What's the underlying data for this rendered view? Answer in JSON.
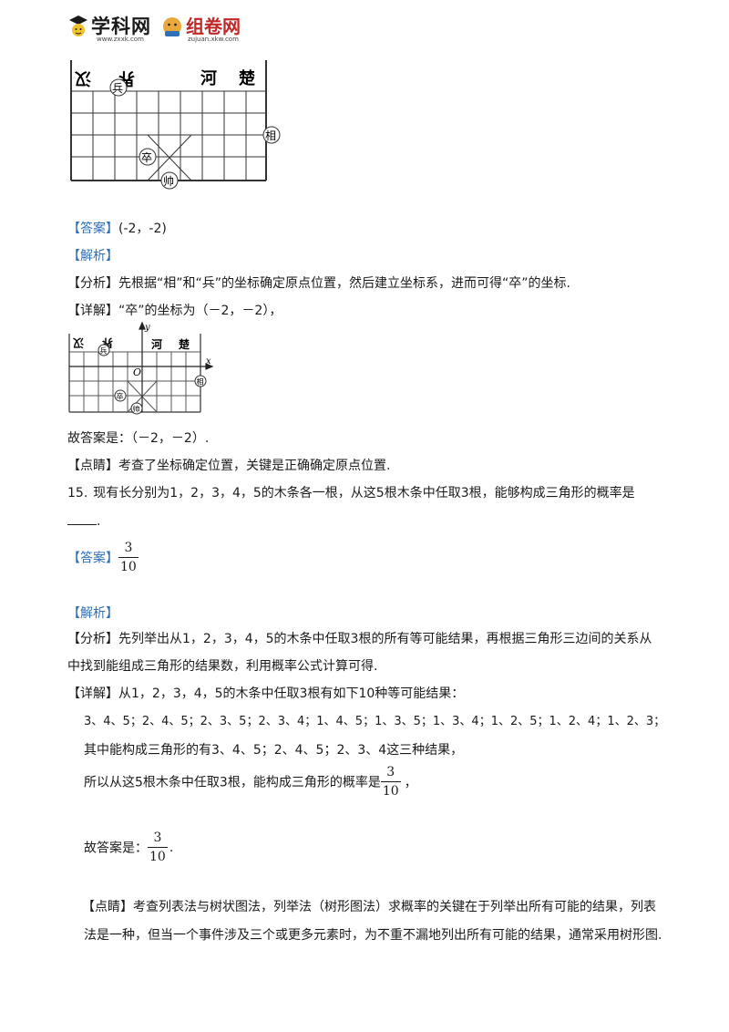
{
  "header": {
    "logo1_name": "学科网",
    "logo1_url": "www.zxxk.com",
    "logo2_name": "组卷网",
    "logo2_url": "zujuan.xkw.com"
  },
  "board1": {
    "river_left": "汉",
    "river_mid": "界",
    "river_right1": "河",
    "river_right2": "楚",
    "piece_bing": "兵",
    "piece_xiang": "相",
    "piece_zu": "卒",
    "piece_shuai": "帅"
  },
  "q14": {
    "answer_label": "【答案】",
    "answer_value": "(-2，-2)",
    "analysis_label": "【解析】",
    "fenxi_label": "【分析】",
    "fenxi_text": "先根据“相”和“兵”的坐标确定原点位置，然后建立坐标系，进而可得“卒”的坐标.",
    "xiangjie_label": "【详解】",
    "xiangjie_text": "“卒”的坐标为（－2，－2），",
    "conclusion": "故答案是：（－2，－2）.",
    "dianjing_label": "【点睛】",
    "dianjing_text": "考查了坐标确定位置，关键是正确确定原点位置."
  },
  "board2": {
    "axis_y": "y",
    "axis_x": "x",
    "origin": "O",
    "river_left": "汉",
    "river_mid": "界",
    "river_right1": "河",
    "river_right2": "楚",
    "piece_bing": "兵",
    "piece_xiang": "相",
    "piece_zu": "卒",
    "piece_shuai": "帅"
  },
  "q15": {
    "number": "15.",
    "stem_line1": "现有长分别为1，2，3，4，5的木条各一根，从这5根木条中任取3根，能够构成三角形的概率是",
    "stem_line2_end": ".",
    "answer_label": "【答案】",
    "answer_num": "3",
    "answer_den": "10",
    "analysis_label": "【解析】",
    "fenxi_label": "【分析】",
    "fenxi_line1": "先列举出从1，2，3，4，5的木条中任取3根的所有等可能结果，再根据三角形三边间的关系从",
    "fenxi_line2": "中找到能组成三角形的结果数，利用概率公式计算可得.",
    "xiangjie_label": "【详解】",
    "xiangjie_text": "从1，2，3，4，5的木条中任取3根有如下10种等可能结果：",
    "list_line": "3、4、5；2、4、5；2、3、5；2、3、4；1、4、5；1、3、5；1、3、4；1、2、5；1、2、4；1、2、3；",
    "which_line": "其中能构成三角形的有3、4、5；2、4、5；2、3、4这三种结果，",
    "prob_text": "所以从这5根木条中任取3根，能构成三角形的概率是",
    "prob_num": "3",
    "prob_den": "10",
    "prob_tail": "，",
    "final_text": "故答案是：",
    "final_num": "3",
    "final_den": "10",
    "final_tail": ".",
    "dianjing_label": "【点睛】",
    "dianjing_line1": "考查列表法与树状图法，列举法（树形图法）求概率的关键在于列举出所有可能的结果，列表",
    "dianjing_line2": "法是一种，但当一个事件涉及三个或更多元素时，为不重不漏地列出所有可能的结果，通常采用树形图."
  }
}
